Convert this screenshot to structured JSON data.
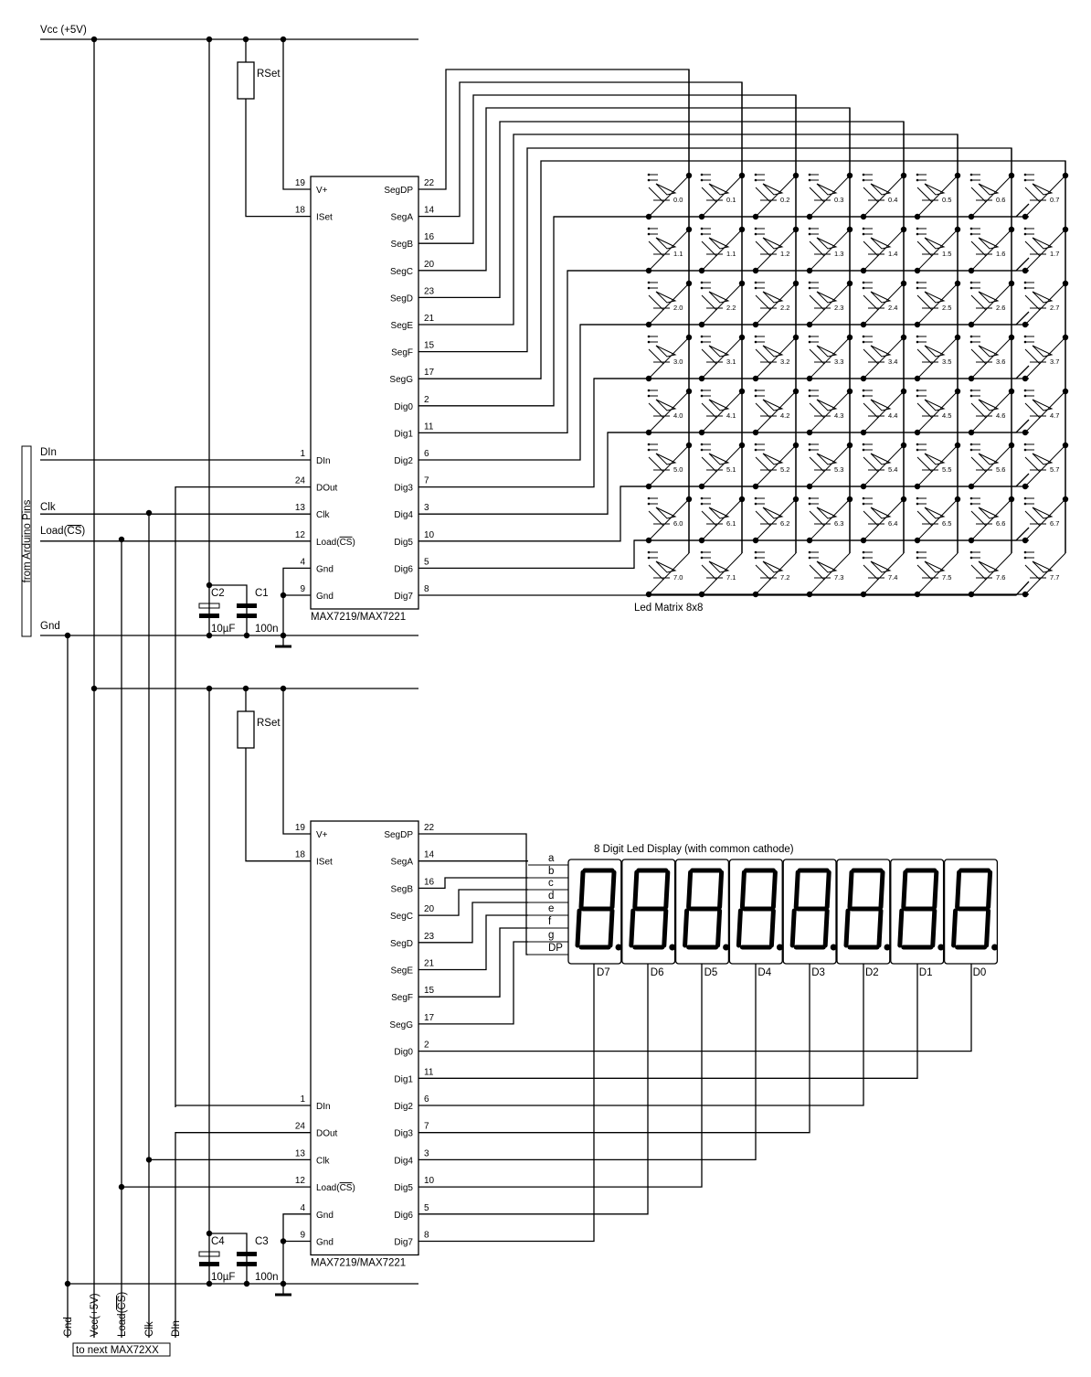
{
  "nets": {
    "vcc": "Vcc (+5V)",
    "din": "DIn",
    "clk": "Clk",
    "load": "Load(CS)",
    "gnd": "Gnd"
  },
  "arduino_label": "from Arduino Pins",
  "next_label": "to next MAX72XX",
  "bottom_nets": [
    "Gnd",
    "Vcc(+5V)",
    "Load(CS)",
    "Clk",
    "DIn"
  ],
  "chips": [
    {
      "name": "MAX7219/MAX7221",
      "rset_label": "RSet",
      "caps": [
        {
          "ref": "C2",
          "value": "10µF"
        },
        {
          "ref": "C1",
          "value": "100n"
        }
      ],
      "left_pins": [
        {
          "num": "19",
          "name": "V+"
        },
        {
          "num": "18",
          "name": "ISet"
        },
        {
          "num": "1",
          "name": "DIn"
        },
        {
          "num": "24",
          "name": "DOut"
        },
        {
          "num": "13",
          "name": "Clk"
        },
        {
          "num": "12",
          "name": "Load(CS)"
        },
        {
          "num": "4",
          "name": "Gnd"
        },
        {
          "num": "9",
          "name": "Gnd"
        }
      ],
      "right_pins": [
        {
          "num": "22",
          "name": "SegDP"
        },
        {
          "num": "14",
          "name": "SegA"
        },
        {
          "num": "16",
          "name": "SegB"
        },
        {
          "num": "20",
          "name": "SegC"
        },
        {
          "num": "23",
          "name": "SegD"
        },
        {
          "num": "21",
          "name": "SegE"
        },
        {
          "num": "15",
          "name": "SegF"
        },
        {
          "num": "17",
          "name": "SegG"
        },
        {
          "num": "2",
          "name": "Dig0"
        },
        {
          "num": "11",
          "name": "Dig1"
        },
        {
          "num": "6",
          "name": "Dig2"
        },
        {
          "num": "7",
          "name": "Dig3"
        },
        {
          "num": "3",
          "name": "Dig4"
        },
        {
          "num": "10",
          "name": "Dig5"
        },
        {
          "num": "5",
          "name": "Dig6"
        },
        {
          "num": "8",
          "name": "Dig7"
        }
      ]
    },
    {
      "name": "MAX7219/MAX7221",
      "rset_label": "RSet",
      "caps": [
        {
          "ref": "C4",
          "value": "10µF"
        },
        {
          "ref": "C3",
          "value": "100n"
        }
      ],
      "left_pins": [
        {
          "num": "19",
          "name": "V+"
        },
        {
          "num": "18",
          "name": "ISet"
        },
        {
          "num": "1",
          "name": "DIn"
        },
        {
          "num": "24",
          "name": "DOut"
        },
        {
          "num": "13",
          "name": "Clk"
        },
        {
          "num": "12",
          "name": "Load(CS)"
        },
        {
          "num": "4",
          "name": "Gnd"
        },
        {
          "num": "9",
          "name": "Gnd"
        }
      ],
      "right_pins": [
        {
          "num": "22",
          "name": "SegDP"
        },
        {
          "num": "14",
          "name": "SegA"
        },
        {
          "num": "16",
          "name": "SegB"
        },
        {
          "num": "20",
          "name": "SegC"
        },
        {
          "num": "23",
          "name": "SegD"
        },
        {
          "num": "21",
          "name": "SegE"
        },
        {
          "num": "15",
          "name": "SegF"
        },
        {
          "num": "17",
          "name": "SegG"
        },
        {
          "num": "2",
          "name": "Dig0"
        },
        {
          "num": "11",
          "name": "Dig1"
        },
        {
          "num": "6",
          "name": "Dig2"
        },
        {
          "num": "7",
          "name": "Dig3"
        },
        {
          "num": "3",
          "name": "Dig4"
        },
        {
          "num": "10",
          "name": "Dig5"
        },
        {
          "num": "5",
          "name": "Dig6"
        },
        {
          "num": "8",
          "name": "Dig7"
        }
      ]
    }
  ],
  "matrix": {
    "title": "Led Matrix 8x8",
    "labels": [
      [
        "0.0",
        "0.1",
        "0.2",
        "0.3",
        "0.4",
        "0.5",
        "0.6",
        "0.7"
      ],
      [
        "1.1",
        "1.1",
        "1.2",
        "1.3",
        "1.4",
        "1.5",
        "1.6",
        "1.7"
      ],
      [
        "2.0",
        "2.2",
        "2.2",
        "2.3",
        "2.4",
        "2.5",
        "2.6",
        "2.7"
      ],
      [
        "3.0",
        "3.1",
        "3.2",
        "3.3",
        "3.4",
        "3.5",
        "3.6",
        "3.7"
      ],
      [
        "4.0",
        "4.1",
        "4.2",
        "4.3",
        "4.4",
        "4.5",
        "4.6",
        "4.7"
      ],
      [
        "5.0",
        "5.1",
        "5.2",
        "5.3",
        "5.4",
        "5.5",
        "5.6",
        "5.7"
      ],
      [
        "6.0",
        "6.1",
        "6.2",
        "6.3",
        "6.4",
        "6.5",
        "6.6",
        "6.7"
      ],
      [
        "7.0",
        "7.1",
        "7.2",
        "7.3",
        "7.4",
        "7.5",
        "7.6",
        "7.7"
      ]
    ]
  },
  "display": {
    "title": "8 Digit Led Display (with common cathode)",
    "segment_labels": [
      "a",
      "b",
      "c",
      "d",
      "e",
      "f",
      "g",
      "DP"
    ],
    "digit_labels": [
      "D7",
      "D6",
      "D5",
      "D4",
      "D3",
      "D2",
      "D1",
      "D0"
    ]
  }
}
